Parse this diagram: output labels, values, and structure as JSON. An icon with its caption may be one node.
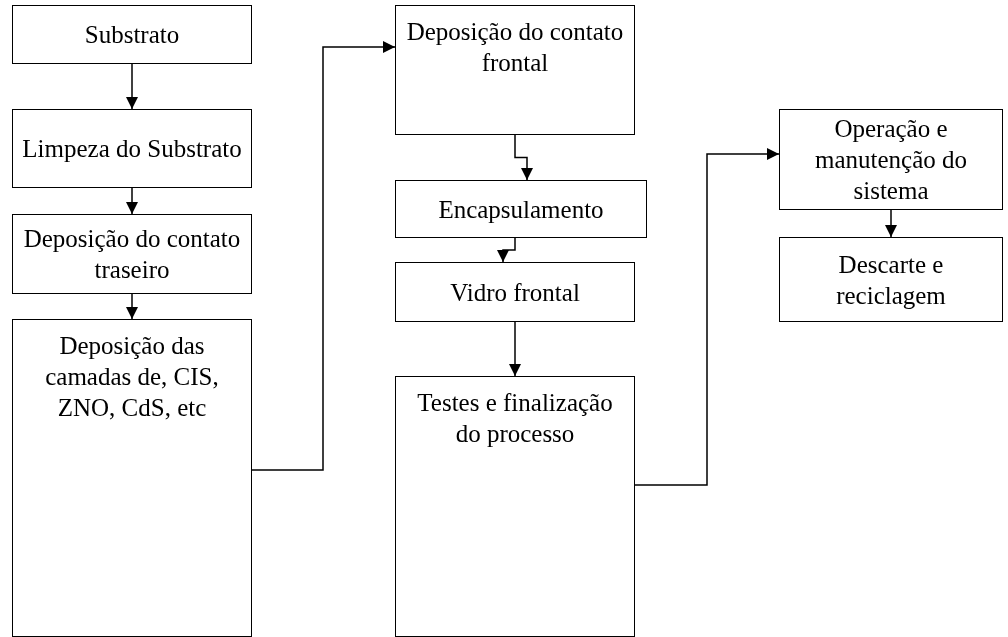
{
  "diagram": {
    "nodes": [
      {
        "text": [
          "Substrato"
        ]
      },
      {
        "text": [
          "Limpeza do Substrato"
        ]
      },
      {
        "text": [
          "Deposição do contato traseiro"
        ]
      },
      {
        "text": [
          "Deposição das camadas de, CIS, ZNO, CdS, etc"
        ]
      },
      {
        "text": [
          "Deposição do contato frontal"
        ]
      },
      {
        "text": [
          "Encapsulamento"
        ]
      },
      {
        "text": [
          "Vidro frontal"
        ]
      },
      {
        "text": [
          "Testes e finalização do processo"
        ]
      },
      {
        "text": [
          "Operação e manutenção do sistema"
        ]
      },
      {
        "text": [
          "Descarte e reciclagem"
        ]
      }
    ],
    "edges": [
      {
        "from": 0,
        "to": 1,
        "arrow": "to"
      },
      {
        "from": 1,
        "to": 2,
        "arrow": "to"
      },
      {
        "from": 2,
        "to": 3,
        "arrow": "to"
      },
      {
        "from": 3,
        "to": 4,
        "arrow": "to"
      },
      {
        "from": 4,
        "to": 5,
        "arrow": "to"
      },
      {
        "from": 5,
        "to": 6,
        "arrow": "to"
      },
      {
        "from": 6,
        "to": 7,
        "arrow": "to"
      },
      {
        "from": 7,
        "to": 8,
        "arrow": "to"
      },
      {
        "from": 8,
        "to": 9,
        "arrow": "to"
      }
    ]
  }
}
